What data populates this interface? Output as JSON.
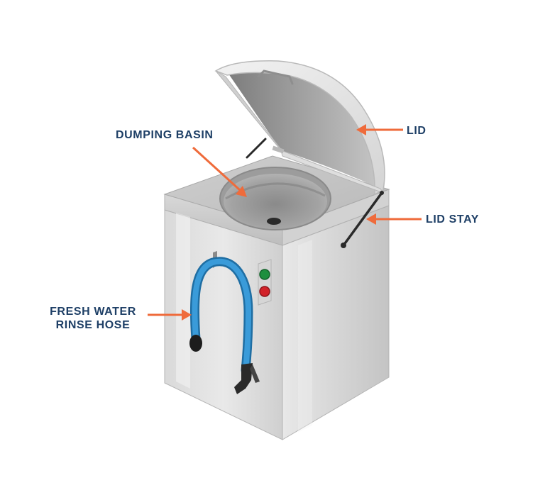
{
  "colors": {
    "label_text": "#1e3f66",
    "arrow": "#ef6b3b",
    "steel_light": "#e6e6e6",
    "steel_mid": "#c9c9c9",
    "steel_dark": "#9e9e9e",
    "hose": "#2f8fce",
    "button_green": "#1e8f3e",
    "button_red": "#d2232a"
  },
  "labels": {
    "dumping_basin": "DUMPING BASIN",
    "lid": "LID",
    "lid_stay": "LID STAY",
    "hose_line1": "FRESH WATER",
    "hose_line2": "RINSE HOSE"
  },
  "control_panel": {
    "buttons": [
      {
        "name": "start-button",
        "color": "green"
      },
      {
        "name": "stop-button",
        "color": "red"
      }
    ]
  }
}
